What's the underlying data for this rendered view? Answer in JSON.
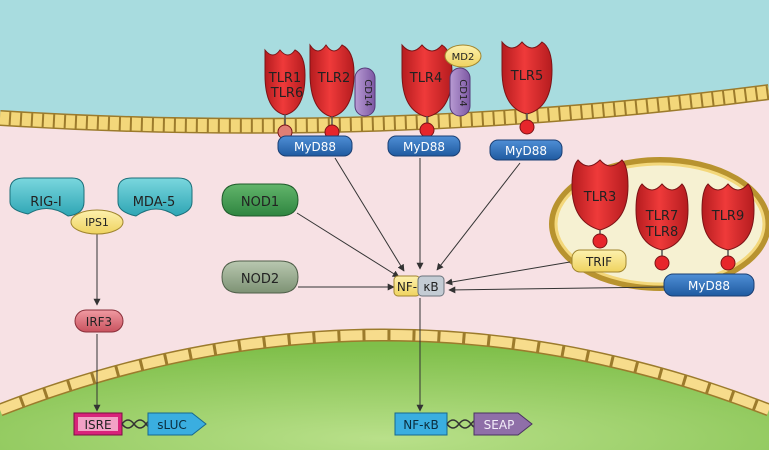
{
  "receptors": {
    "tlr1": "TLR1",
    "tlr6": "TLR6",
    "tlr2": "TLR2",
    "cd14_a": "CD14",
    "tlr4": "TLR4",
    "md2": "MD2",
    "cd14_b": "CD14",
    "tlr5": "TLR5",
    "tlr3": "TLR3",
    "tlr7": "TLR7",
    "tlr8": "TLR8",
    "tlr9": "TLR9"
  },
  "adaptors": {
    "myd88_1": "MyD88",
    "myd88_2": "MyD88",
    "myd88_3": "MyD88",
    "myd88_endo": "MyD88",
    "trif": "TRIF",
    "ips1": "IPS1"
  },
  "cytosolic": {
    "rig1": "RIG-I",
    "mda5": "MDA-5",
    "nod1": "NOD1",
    "nod2": "NOD2",
    "irf3": "IRF3"
  },
  "hub": {
    "nf": "NF-",
    "kb": "κB"
  },
  "reporters": {
    "isre": "ISRE",
    "sluc": "sLUC",
    "nfkb": "NF-κB",
    "seap": "SEAP"
  },
  "colors": {
    "extracellular": "#a8dcdf",
    "membrane": "#f3d77a",
    "cytoplasm": "#f7e1e4",
    "nucleus": "#8fc75a",
    "tlr_red": "#e3262c",
    "myd88_blue": "#2b6cb4",
    "cd14_purple": "#a07cc0",
    "md2_yellow": "#f6e59a",
    "nod_green": "#3d9a4c",
    "isre_magenta": "#d8237a",
    "sluc_cyan": "#3aaee0",
    "seap_purple": "#8f6fa8"
  }
}
